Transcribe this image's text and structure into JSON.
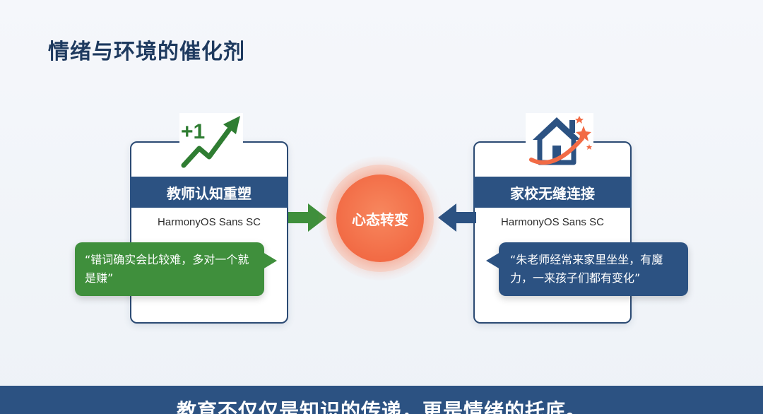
{
  "title": "情绪与环境的催化剂",
  "left_card": {
    "header": "教师认知重塑",
    "subtitle": "HarmonyOS Sans SC",
    "icon_text": "+1",
    "quote": "“错词确实会比较难，多对一个就是赚”"
  },
  "right_card": {
    "header": "家校无缝连接",
    "subtitle": "HarmonyOS Sans SC",
    "quote": "“朱老师经常来家里坐坐，有魔力，一来孩子们都有变化”"
  },
  "center": {
    "label": "心态转变"
  },
  "banner": {
    "text": "教育不仅仅是知识的传递，更是情绪的托底。"
  },
  "colors": {
    "navy": "#2c5282",
    "green": "#3f8f3c",
    "orange": "#f26b45",
    "title": "#1e3a5f"
  },
  "icons": [
    "growth-arrow-icon",
    "house-star-icon",
    "arrow-right-icon",
    "arrow-left-icon"
  ]
}
